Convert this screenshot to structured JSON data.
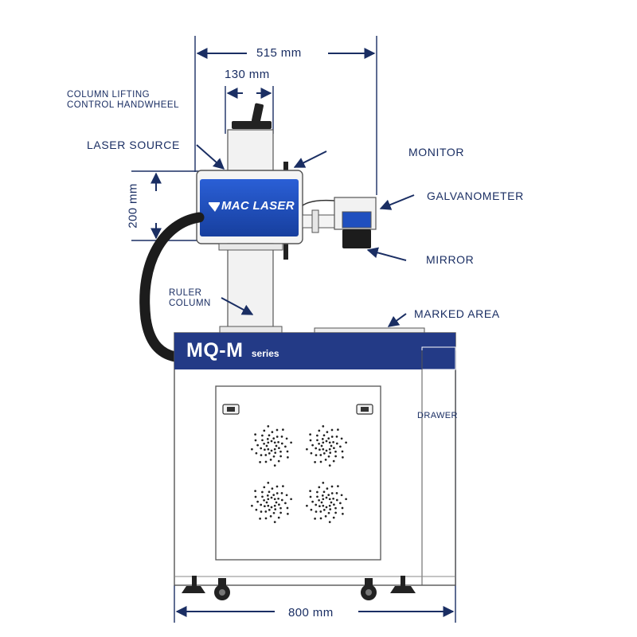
{
  "dimensions": {
    "overall_width": "515 mm",
    "column_width": "130 mm",
    "head_height": "200 mm",
    "cabinet_width": "800 mm"
  },
  "labels": {
    "handwheel_line1": "COLUMN LIFTING",
    "handwheel_line2": "CONTROL HANDWHEEL",
    "laser_source": "LASER SOURCE",
    "monitor": "MONITOR",
    "galvanometer": "GALVANOMETER",
    "mirror": "MIRROR",
    "ruler_line1": "RULER",
    "ruler_line2": "COLUMN",
    "marked_area": "MARKED AREA",
    "drawer": "DRAWER"
  },
  "branding": {
    "laser_brand": "MAC LASER",
    "model": "MQ-M",
    "model_suffix": "series"
  },
  "colors": {
    "navy": "#1a2e63",
    "laser_blue": "#1f4fbf",
    "cabinet_band": "#233a86",
    "outline": "#444444",
    "panel_fill": "#f2f2f2"
  }
}
